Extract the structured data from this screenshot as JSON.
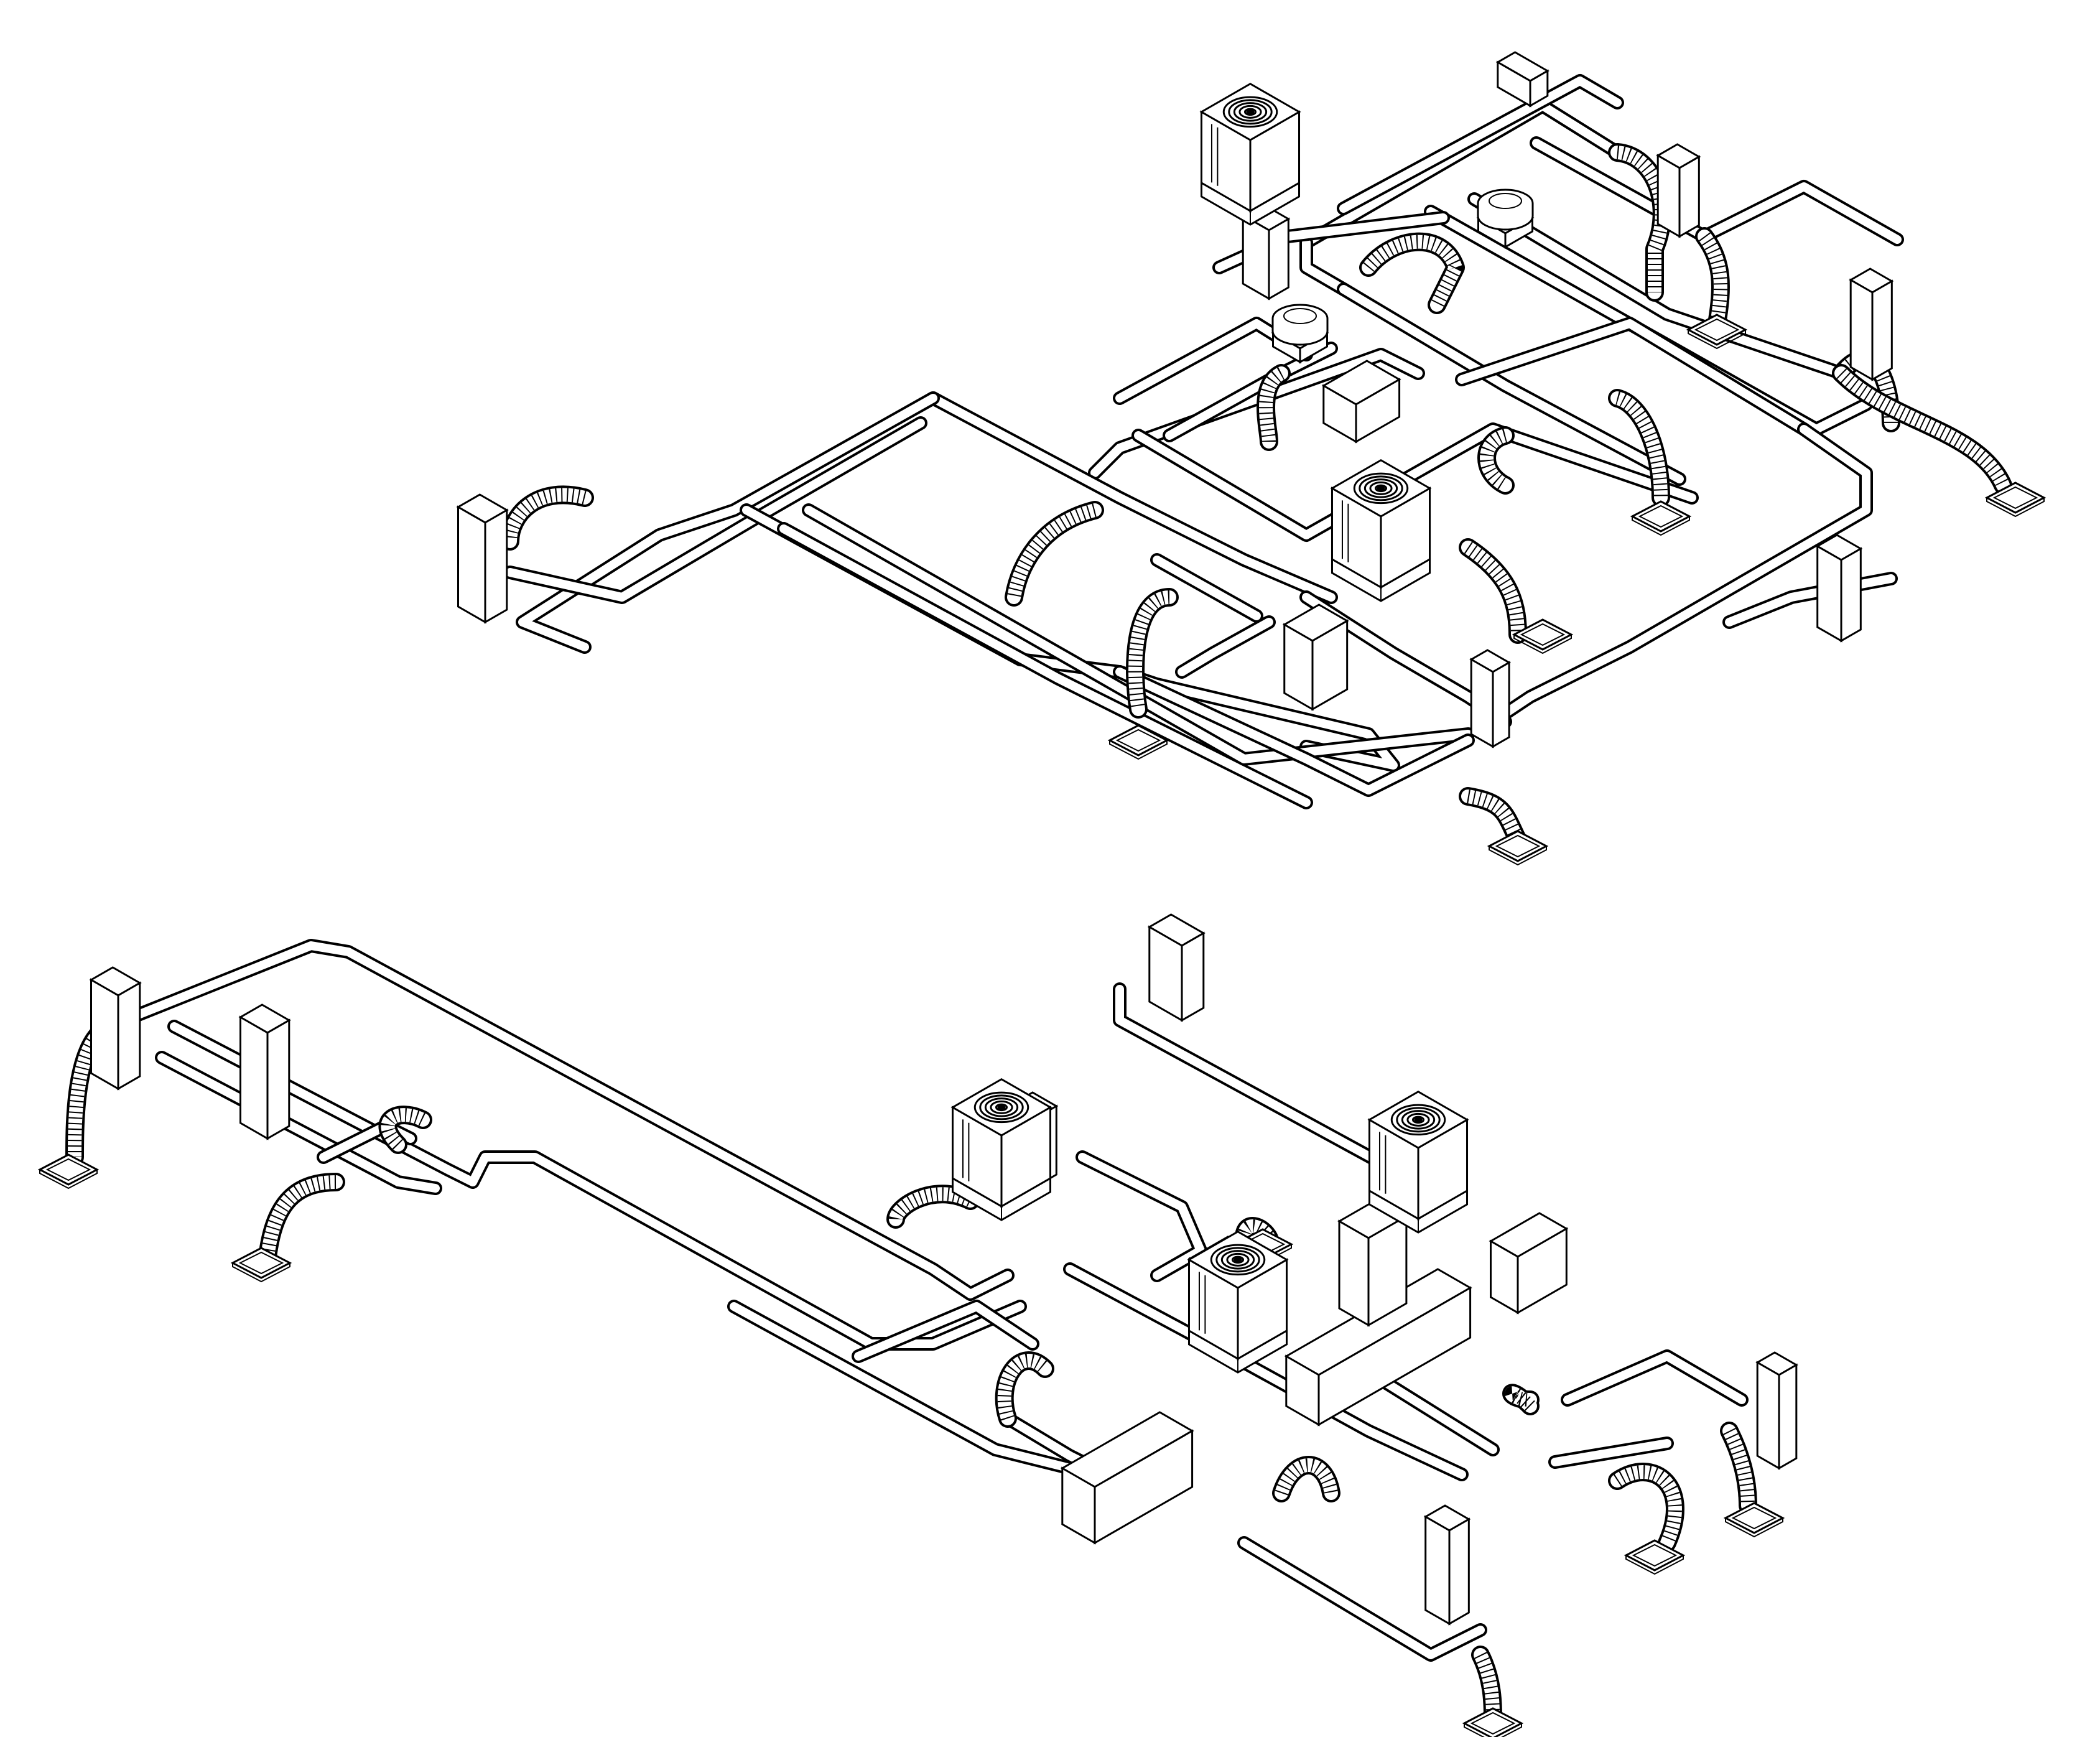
{
  "diagram": {
    "kind": "isometric-hvac-duct-layout",
    "colors": {
      "background": "#ffffff",
      "line": "#000000",
      "unit_fill": "#7b8377",
      "unit_shadow": "#5e665b",
      "panel_fill": "#ffffff"
    },
    "systems": [
      {
        "id": "upper-system",
        "units": [
          {
            "id": "unit-a",
            "type": "air-handler",
            "icon": "fan-grille-icon"
          },
          {
            "id": "unit-b",
            "type": "air-handler",
            "icon": "fan-grille-icon"
          }
        ],
        "roof_vents": [
          {
            "id": "vent-a",
            "icon": "round-vent-icon"
          },
          {
            "id": "vent-b",
            "icon": "round-vent-icon"
          }
        ],
        "grilles": 6,
        "floor_boots": 6
      },
      {
        "id": "lower-system",
        "units": [
          {
            "id": "unit-c",
            "type": "air-handler",
            "icon": "fan-grille-icon"
          },
          {
            "id": "unit-d",
            "type": "air-handler",
            "icon": "fan-grille-icon"
          },
          {
            "id": "unit-e",
            "type": "air-handler",
            "icon": "fan-grille-icon"
          }
        ],
        "roof_vents": [],
        "grilles": 7,
        "floor_boots": 6
      }
    ]
  }
}
